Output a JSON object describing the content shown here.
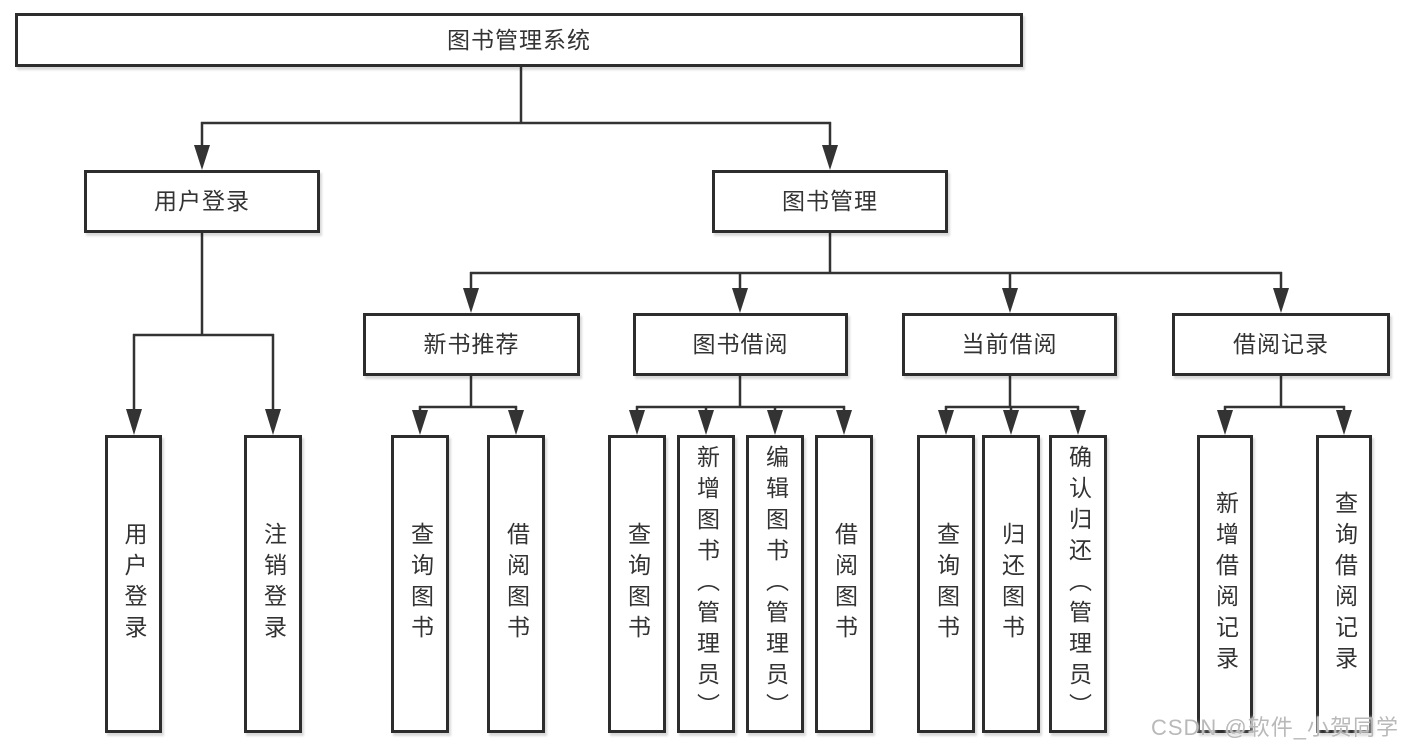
{
  "tree": {
    "root": {
      "label": "图书管理系统"
    },
    "branches": [
      {
        "label": "用户登录",
        "children": [
          {
            "label": "用户登录"
          },
          {
            "label": "注销登录"
          }
        ]
      },
      {
        "label": "图书管理",
        "children": [
          {
            "label": "新书推荐",
            "children": [
              {
                "label": "查询图书"
              },
              {
                "label": "借阅图书"
              }
            ]
          },
          {
            "label": "图书借阅",
            "children": [
              {
                "label": "查询图书"
              },
              {
                "label": "新增图书（管理员）"
              },
              {
                "label": "编辑图书（管理员）"
              },
              {
                "label": "借阅图书"
              }
            ]
          },
          {
            "label": "当前借阅",
            "children": [
              {
                "label": "查询图书"
              },
              {
                "label": "归还图书"
              },
              {
                "label": "确认归还（管理员）"
              }
            ]
          },
          {
            "label": "借阅记录",
            "children": [
              {
                "label": "新增借阅记录"
              },
              {
                "label": "查询借阅记录"
              }
            ]
          }
        ]
      }
    ]
  },
  "watermark": {
    "text": "CSDN @软件_小贺同学"
  },
  "colors": {
    "line": "#333333",
    "border": "#2d2d2d",
    "fill": "#ffffff",
    "text": "#333333",
    "watermark": "#b9b9b9"
  }
}
